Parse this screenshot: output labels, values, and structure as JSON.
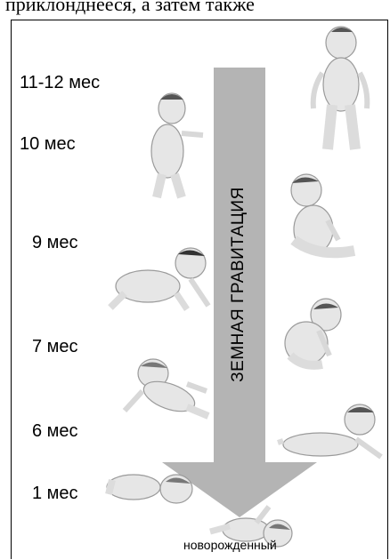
{
  "header_text": "приклонднееся, а затем также",
  "ages": [
    "11-12 мес",
    "10 мес",
    "9 мес",
    "7 мес",
    "6 мес",
    "1 мес"
  ],
  "newborn_label": "новорожденный",
  "arrow_label": "ЗЕМНАЯ ГРАВИТАЦИЯ",
  "colors": {
    "arrow": "#b4b4b4",
    "skin": "#e6e6e6",
    "shade": "#9a9a9a",
    "hair": "#3a3a3a"
  }
}
